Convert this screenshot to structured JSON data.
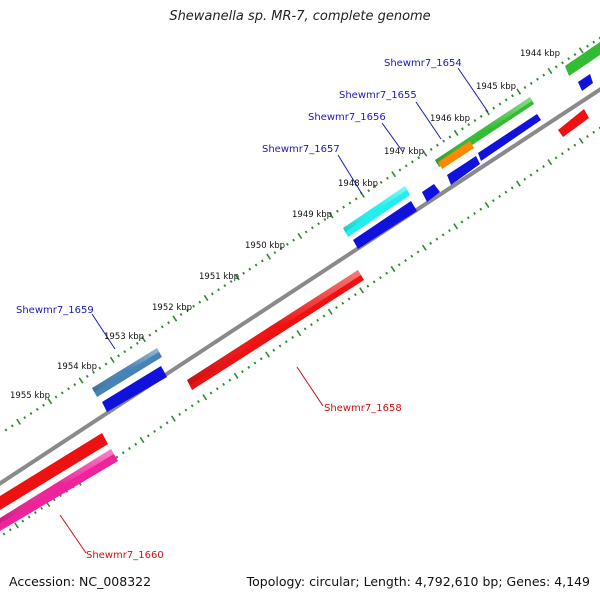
{
  "title": "Shewanella sp. MR-7, complete genome",
  "accession": "Accession: NC_008322",
  "summary": "Topology: circular; Length: 4,792,610 bp; Genes: 4,149",
  "tick_labels": [
    "1944 kbp",
    "1945 kbp",
    "1946 kbp",
    "1947 kbp",
    "1948 kbp",
    "1949 kbp",
    "1950 kbp",
    "1951 kbp",
    "1952 kbp",
    "1953 kbp",
    "1954 kbp",
    "1955 kbp"
  ],
  "gene_labels": [
    {
      "id": "g1654",
      "text": "Shewmr7_1654",
      "color": "#1a1ab8"
    },
    {
      "id": "g1655",
      "text": "Shewmr7_1655",
      "color": "#1a1ab8"
    },
    {
      "id": "g1656",
      "text": "Shewmr7_1656",
      "color": "#1a1ab8"
    },
    {
      "id": "g1657",
      "text": "Shewmr7_1657",
      "color": "#1a1ab8"
    },
    {
      "id": "g1658",
      "text": "Shewmr7_1658",
      "color": "#cc1111"
    },
    {
      "id": "g1659",
      "text": "Shewmr7_1659",
      "color": "#1a1ab8"
    },
    {
      "id": "g1660",
      "text": "Shewmr7_1660",
      "color": "#cc1111"
    }
  ],
  "colors": {
    "backbone": "#8a8a8a",
    "tick_marks": "#2e8b2e",
    "gene_green": "#33bb33",
    "gene_orange": "#ff8800",
    "gene_cyan": "#22eeee",
    "gene_steel": "#4682b4",
    "gene_blue": "#1111dd",
    "gene_red": "#ee1111",
    "gene_pink": "#ee2299"
  }
}
